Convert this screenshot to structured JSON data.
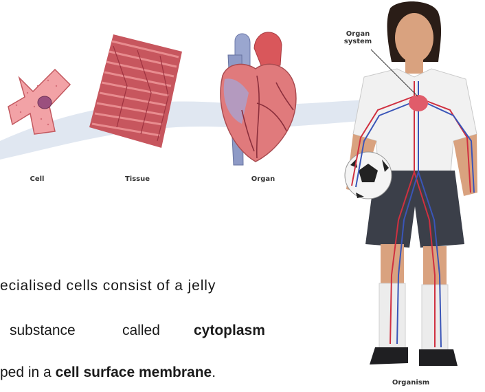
{
  "labels": {
    "cell": "Cell",
    "tissue": "Tissue",
    "organ": "Organ",
    "organ_system_line1": "Organ",
    "organ_system_line2": "system",
    "organism": "Organism"
  },
  "paragraph": {
    "line1": "ecialised cells consist of a jelly",
    "line2_a": "substance",
    "line2_b": "called",
    "line2_c": "cytoplasm",
    "line3_a": "ped in a ",
    "line3_b": "cell surface membrane",
    "line3_c": "."
  }
}
